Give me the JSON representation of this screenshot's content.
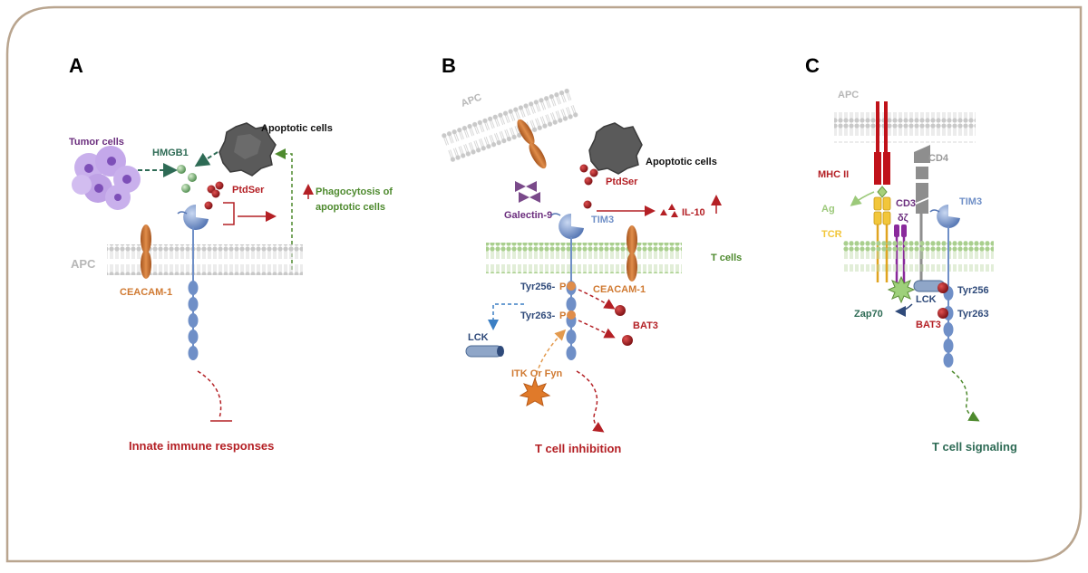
{
  "colors": {
    "frame": "#b9a58f",
    "membrane_gray": "#c9c9c9",
    "membrane_green": "#a9cf8e",
    "receptor_blue": "#6f8fc7",
    "red": "#b42025",
    "dark_red": "#7a1418",
    "green": "#4e8a2e",
    "teal_green": "#2e6b55",
    "orange": "#d07a32",
    "purple": "#6b2e7e",
    "navy": "#2f4a7a",
    "yellow": "#f2c63a"
  },
  "panels": {
    "a": {
      "letter": "A",
      "tumor_cells": "Tumor cells",
      "hmgb1": "HMGB1",
      "apoptotic_cells": "Apoptotic cells",
      "ptdser": "PtdSer",
      "phagocytosis_line1": "Phagocytosis of",
      "phagocytosis_line2": "apoptotic cells",
      "apc": "APC",
      "ceacam1": "CEACAM-1",
      "outcome": "Innate immune responses"
    },
    "b": {
      "letter": "B",
      "apc": "APC",
      "apoptotic_cells": "Apoptotic cells",
      "ptdser": "PtdSer",
      "galectin9": "Galectin-9",
      "tim3": "TIM3",
      "il10": "IL-10",
      "t_cells": "T cells",
      "tyr256": "Tyr256-",
      "tyr263": "Tyr263-",
      "p": "P",
      "ceacam1": "CEACAM-1",
      "bat3": "BAT3",
      "lck": "LCK",
      "itk_fyn": "ITK Or Fyn",
      "outcome": "T cell inhibition"
    },
    "c": {
      "letter": "C",
      "apc": "APC",
      "mhc2": "MHC II",
      "cd4": "CD4",
      "ag": "Ag",
      "cd3": "CD3",
      "delta_zeta": "δζ",
      "tim3": "TIM3",
      "tcr": "TCR",
      "lck": "LCK",
      "tyr256": "Tyr256",
      "tyr263": "Tyr263",
      "zap70": "Zap70",
      "bat3": "BAT3",
      "outcome": "T cell signaling"
    }
  }
}
